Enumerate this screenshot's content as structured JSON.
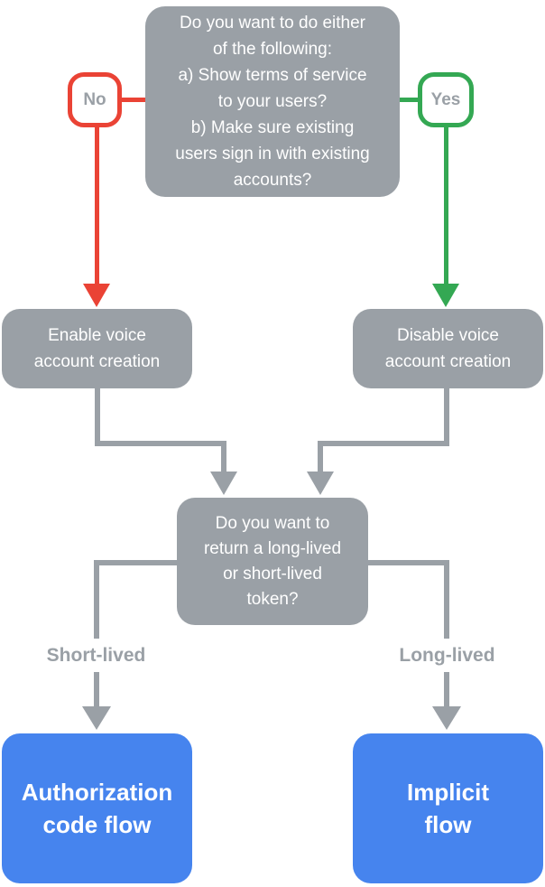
{
  "colors": {
    "node_gray": "#9AA0A6",
    "arrow_red": "#EA4335",
    "arrow_green": "#34A853",
    "result_blue": "#4684EE",
    "node_text": "#FFFFFF",
    "badge_text": "#9AA0A6",
    "label_bg": "#FFFFFF"
  },
  "flowchart": {
    "question_terms": "Do you want to do either\nof the following:\na) Show terms of service\nto your users?\nb) Make sure existing\nusers sign in with existing\naccounts?",
    "no_label": "No",
    "yes_label": "Yes",
    "enable_node": "Enable voice\naccount creation",
    "disable_node": "Disable voice\naccount creation",
    "question_token": "Do you want to\nreturn a long-lived\nor short-lived\ntoken?",
    "short_lived_label": "Short-lived",
    "long_lived_label": "Long-lived",
    "auth_code_node": "Authorization\ncode flow",
    "implicit_node": "Implicit\nflow"
  }
}
